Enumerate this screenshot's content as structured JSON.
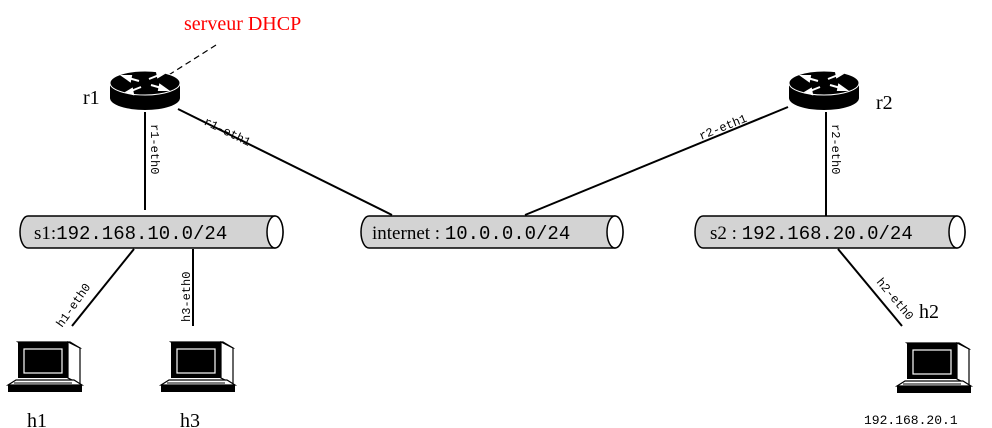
{
  "annotation": {
    "text": "serveur DHCP",
    "color": "#ff0000"
  },
  "routers": {
    "r1": {
      "label": "r1",
      "eth0": "r1-eth0",
      "eth1": "r1-eth1"
    },
    "r2": {
      "label": "r2",
      "eth0": "r2-eth0",
      "eth1": "r2-eth1"
    }
  },
  "networks": {
    "s1": {
      "name": "s1",
      "sep": ":",
      "cidr": "192.168.10.0/24"
    },
    "internet": {
      "name": "internet",
      "sep": " : ",
      "cidr": "10.0.0.0/24"
    },
    "s2": {
      "name": "s2",
      "sep": " : ",
      "cidr": "192.168.20.0/24"
    }
  },
  "hosts": {
    "h1": {
      "label": "h1",
      "iface": "h1-eth0"
    },
    "h3": {
      "label": "h3",
      "iface": "h3-eth0"
    },
    "h2": {
      "label": "h2",
      "iface": "h2-eth0",
      "ip": "192.168.20.1"
    }
  },
  "colors": {
    "bus_fill": "#d3d3d3",
    "router_fill": "#000000",
    "line": "#000000"
  }
}
